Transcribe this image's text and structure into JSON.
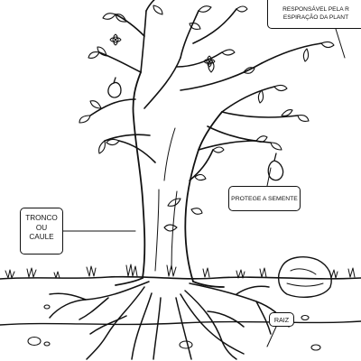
{
  "labels": {
    "leaf_function": {
      "line1": "RESPONSÁVEL PELA R",
      "line2": "ESPIRAÇÃO DA PLANT"
    },
    "fruit_function": {
      "line1": "PROTEGE A SEMENTE"
    },
    "trunk": {
      "line1": "TRONCO",
      "line2": "OU",
      "line3": "CAULE"
    },
    "root": {
      "line1": "RAIZ"
    }
  },
  "colors": {
    "ink": "#111111",
    "paper": "#ffffff"
  }
}
